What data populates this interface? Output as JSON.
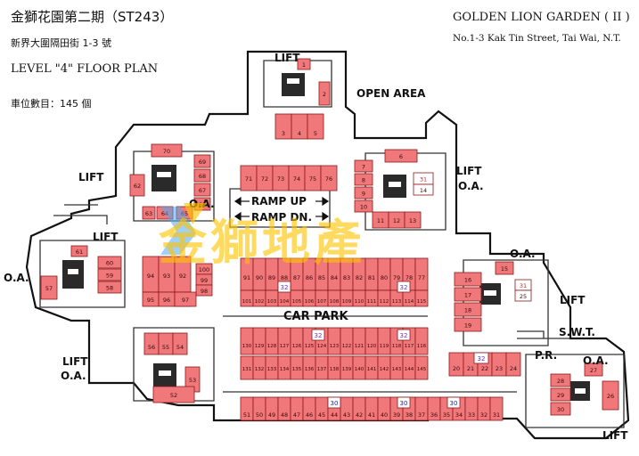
{
  "header": {
    "zh_title": "金獅花園第二期（ST243）",
    "zh_address": "新界大圍隔田街 1-3 號",
    "en_title": "GOLDEN LION GARDEN ( II )",
    "en_address": "No.1-3 Kak Tin Street, Tai Wai, N.T.",
    "floor": "LEVEL \"4\" FLOOR PLAN",
    "count": "車位數目：145 個"
  },
  "labels": {
    "lift": "LIFT",
    "oa": "O.A.",
    "open_area": "OPEN AREA",
    "ramp_up": "RAMP UP",
    "ramp_dn": "RAMP DN.",
    "car_park": "CAR PARK",
    "swt": "S.W.T.",
    "pr": "P.R."
  },
  "watermark": "金獅地產",
  "colors": {
    "space_fill": "#f0787a",
    "space_stroke": "#8b1a1a",
    "marker": "#6633cc",
    "marker_blue": "#1a1a99",
    "watermark": "#ffc400"
  },
  "spaces": {
    "north": [
      "1",
      "2",
      "3",
      "4",
      "5"
    ],
    "nw_block": [
      "70",
      "69",
      "68",
      "67",
      "66",
      "65",
      "64",
      "63",
      "62"
    ],
    "ramp_row": [
      "71",
      "72",
      "73",
      "74",
      "75",
      "76"
    ],
    "ne_block": [
      "6",
      "7",
      "8",
      "9",
      "10",
      "11",
      "12",
      "13"
    ],
    "ne_side": [
      "31",
      "14"
    ],
    "west": [
      "61",
      "60",
      "59",
      "58",
      "57"
    ],
    "west_grid": [
      "94",
      "93",
      "92",
      "100",
      "99",
      "98",
      "95",
      "96",
      "97"
    ],
    "row_top": [
      "91",
      "90",
      "89",
      "88",
      "87",
      "86",
      "85",
      "84",
      "83",
      "82",
      "81",
      "80",
      "79",
      "78",
      "77"
    ],
    "row_top_b": [
      "101",
      "102",
      "103",
      "104",
      "105",
      "106",
      "107",
      "108",
      "109",
      "110",
      "111",
      "112",
      "113",
      "114",
      "115"
    ],
    "row_top_markers": [
      "32",
      "32"
    ],
    "row_mid": [
      "130",
      "129",
      "128",
      "127",
      "126",
      "125",
      "124",
      "123",
      "122",
      "121",
      "120",
      "119",
      "118",
      "117",
      "116"
    ],
    "row_mid_b": [
      "131",
      "132",
      "133",
      "134",
      "135",
      "136",
      "137",
      "138",
      "139",
      "140",
      "141",
      "142",
      "143",
      "144",
      "145"
    ],
    "row_mid_markers": [
      "32",
      "32"
    ],
    "sw_block": [
      "56",
      "55",
      "54",
      "53",
      "52"
    ],
    "east_block": [
      "15",
      "16",
      "17",
      "18",
      "19"
    ],
    "east_side": [
      "31",
      "25"
    ],
    "pr_row": [
      "20",
      "21",
      "22",
      "23",
      "24"
    ],
    "pr_marker": "32",
    "se_block": [
      "27",
      "28",
      "29",
      "30",
      "26"
    ],
    "bottom_row": [
      "51",
      "50",
      "49",
      "48",
      "47",
      "46",
      "45",
      "44",
      "43",
      "42",
      "41",
      "40",
      "39",
      "38",
      "37",
      "36",
      "35",
      "34",
      "33",
      "32",
      "31"
    ],
    "bottom_markers": [
      "30",
      "30",
      "30"
    ]
  }
}
